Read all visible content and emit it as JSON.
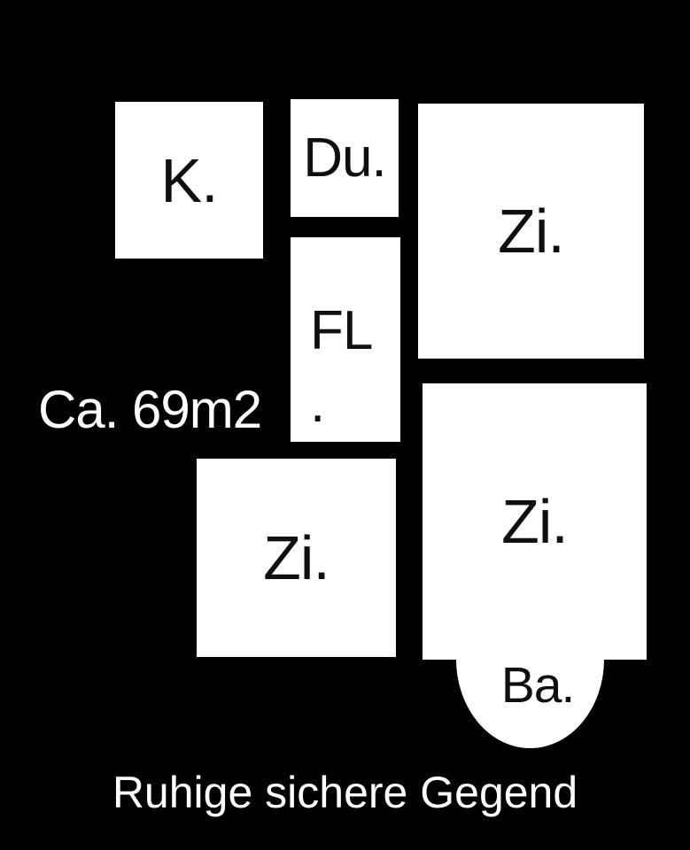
{
  "colors": {
    "background": "#000000",
    "room_fill": "#ffffff",
    "room_label": "#0f0f0f",
    "text": "#ffffff"
  },
  "floor_plan": {
    "area_text": "Ca. 69m2",
    "caption": "Ruhige sichere Gegend",
    "rooms": {
      "kitchen": {
        "label": "K."
      },
      "shower": {
        "label": "Du."
      },
      "hallway": {
        "label": "FL\n."
      },
      "room_top_right": {
        "label": "Zi."
      },
      "room_middle": {
        "label": "Zi."
      },
      "room_bottom_right": {
        "label": "Zi."
      },
      "bath": {
        "label": "Ba."
      }
    }
  }
}
